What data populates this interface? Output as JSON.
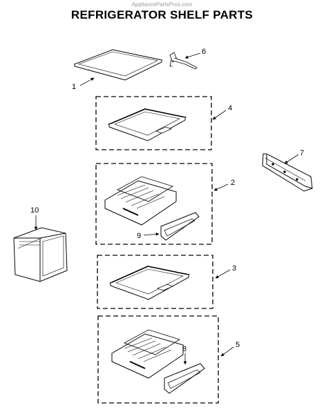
{
  "header": {
    "watermark": "AppliancePartsPros.com",
    "title": "REFRIGERATOR SHELF PARTS"
  },
  "callouts": {
    "c1": "1",
    "c2": "2",
    "c3": "3",
    "c4": "4",
    "c5": "5",
    "c6": "6",
    "c7": "7",
    "c8": "8",
    "c9": "9",
    "c10": "10"
  }
}
